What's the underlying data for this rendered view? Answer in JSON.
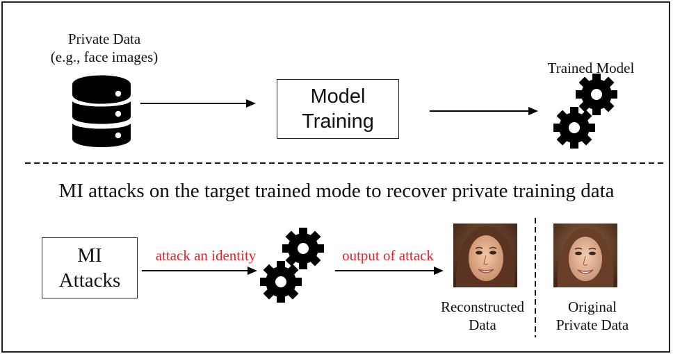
{
  "top": {
    "source_label_line1": "Private Data",
    "source_label_line2": "(e.g., face images)",
    "training_box_line1": "Model",
    "training_box_line2": "Training",
    "trained_label": "Trained Model"
  },
  "divider_caption": "MI attacks on the target trained mode to recover private training data",
  "bottom": {
    "attack_box_line1": "MI",
    "attack_box_line2": "Attacks",
    "arrow1_label": "attack an identity",
    "arrow2_label": "output of attack",
    "reconstructed_line1": "Reconstructed",
    "reconstructed_line2": "Data",
    "original_line1": "Original",
    "original_line2": "Private Data"
  },
  "colors": {
    "accent_red": "#e0252b",
    "ink": "#111111"
  },
  "icons": [
    "database-icon",
    "gears-icon",
    "face-photo"
  ]
}
